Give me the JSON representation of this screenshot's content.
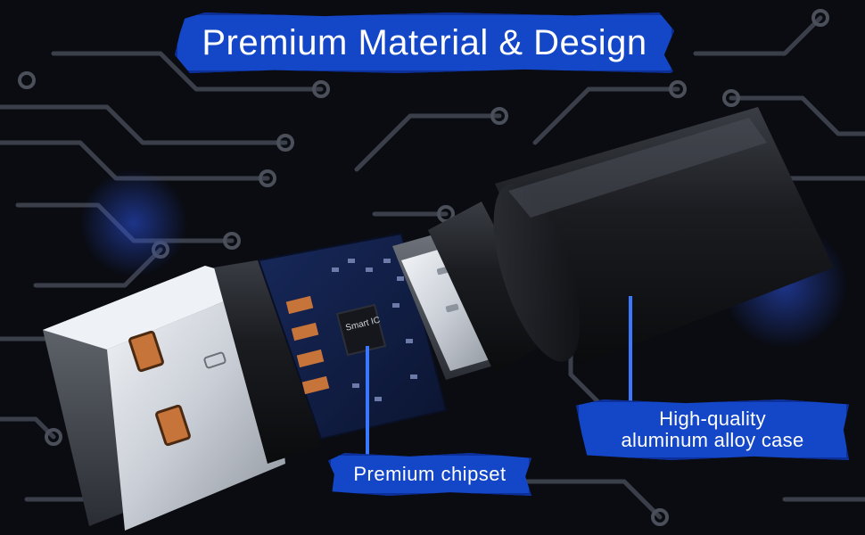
{
  "title": "Premium Material & Design",
  "callouts": {
    "chipset": "Premium chipset",
    "case_line1": "High-quality",
    "case_line2": "aluminum alloy case"
  },
  "chip_marking": "Smart IC",
  "colors": {
    "banner_blue": "#1446c8",
    "pointer_blue": "#3a78ff",
    "background": "#0a0c12",
    "pcb_trace": "#3b3f4a",
    "pcb_board": "#101b3a",
    "contact_copper": "#c7743a",
    "metal_silver": "#d8dce2",
    "case_black": "#15171b"
  }
}
